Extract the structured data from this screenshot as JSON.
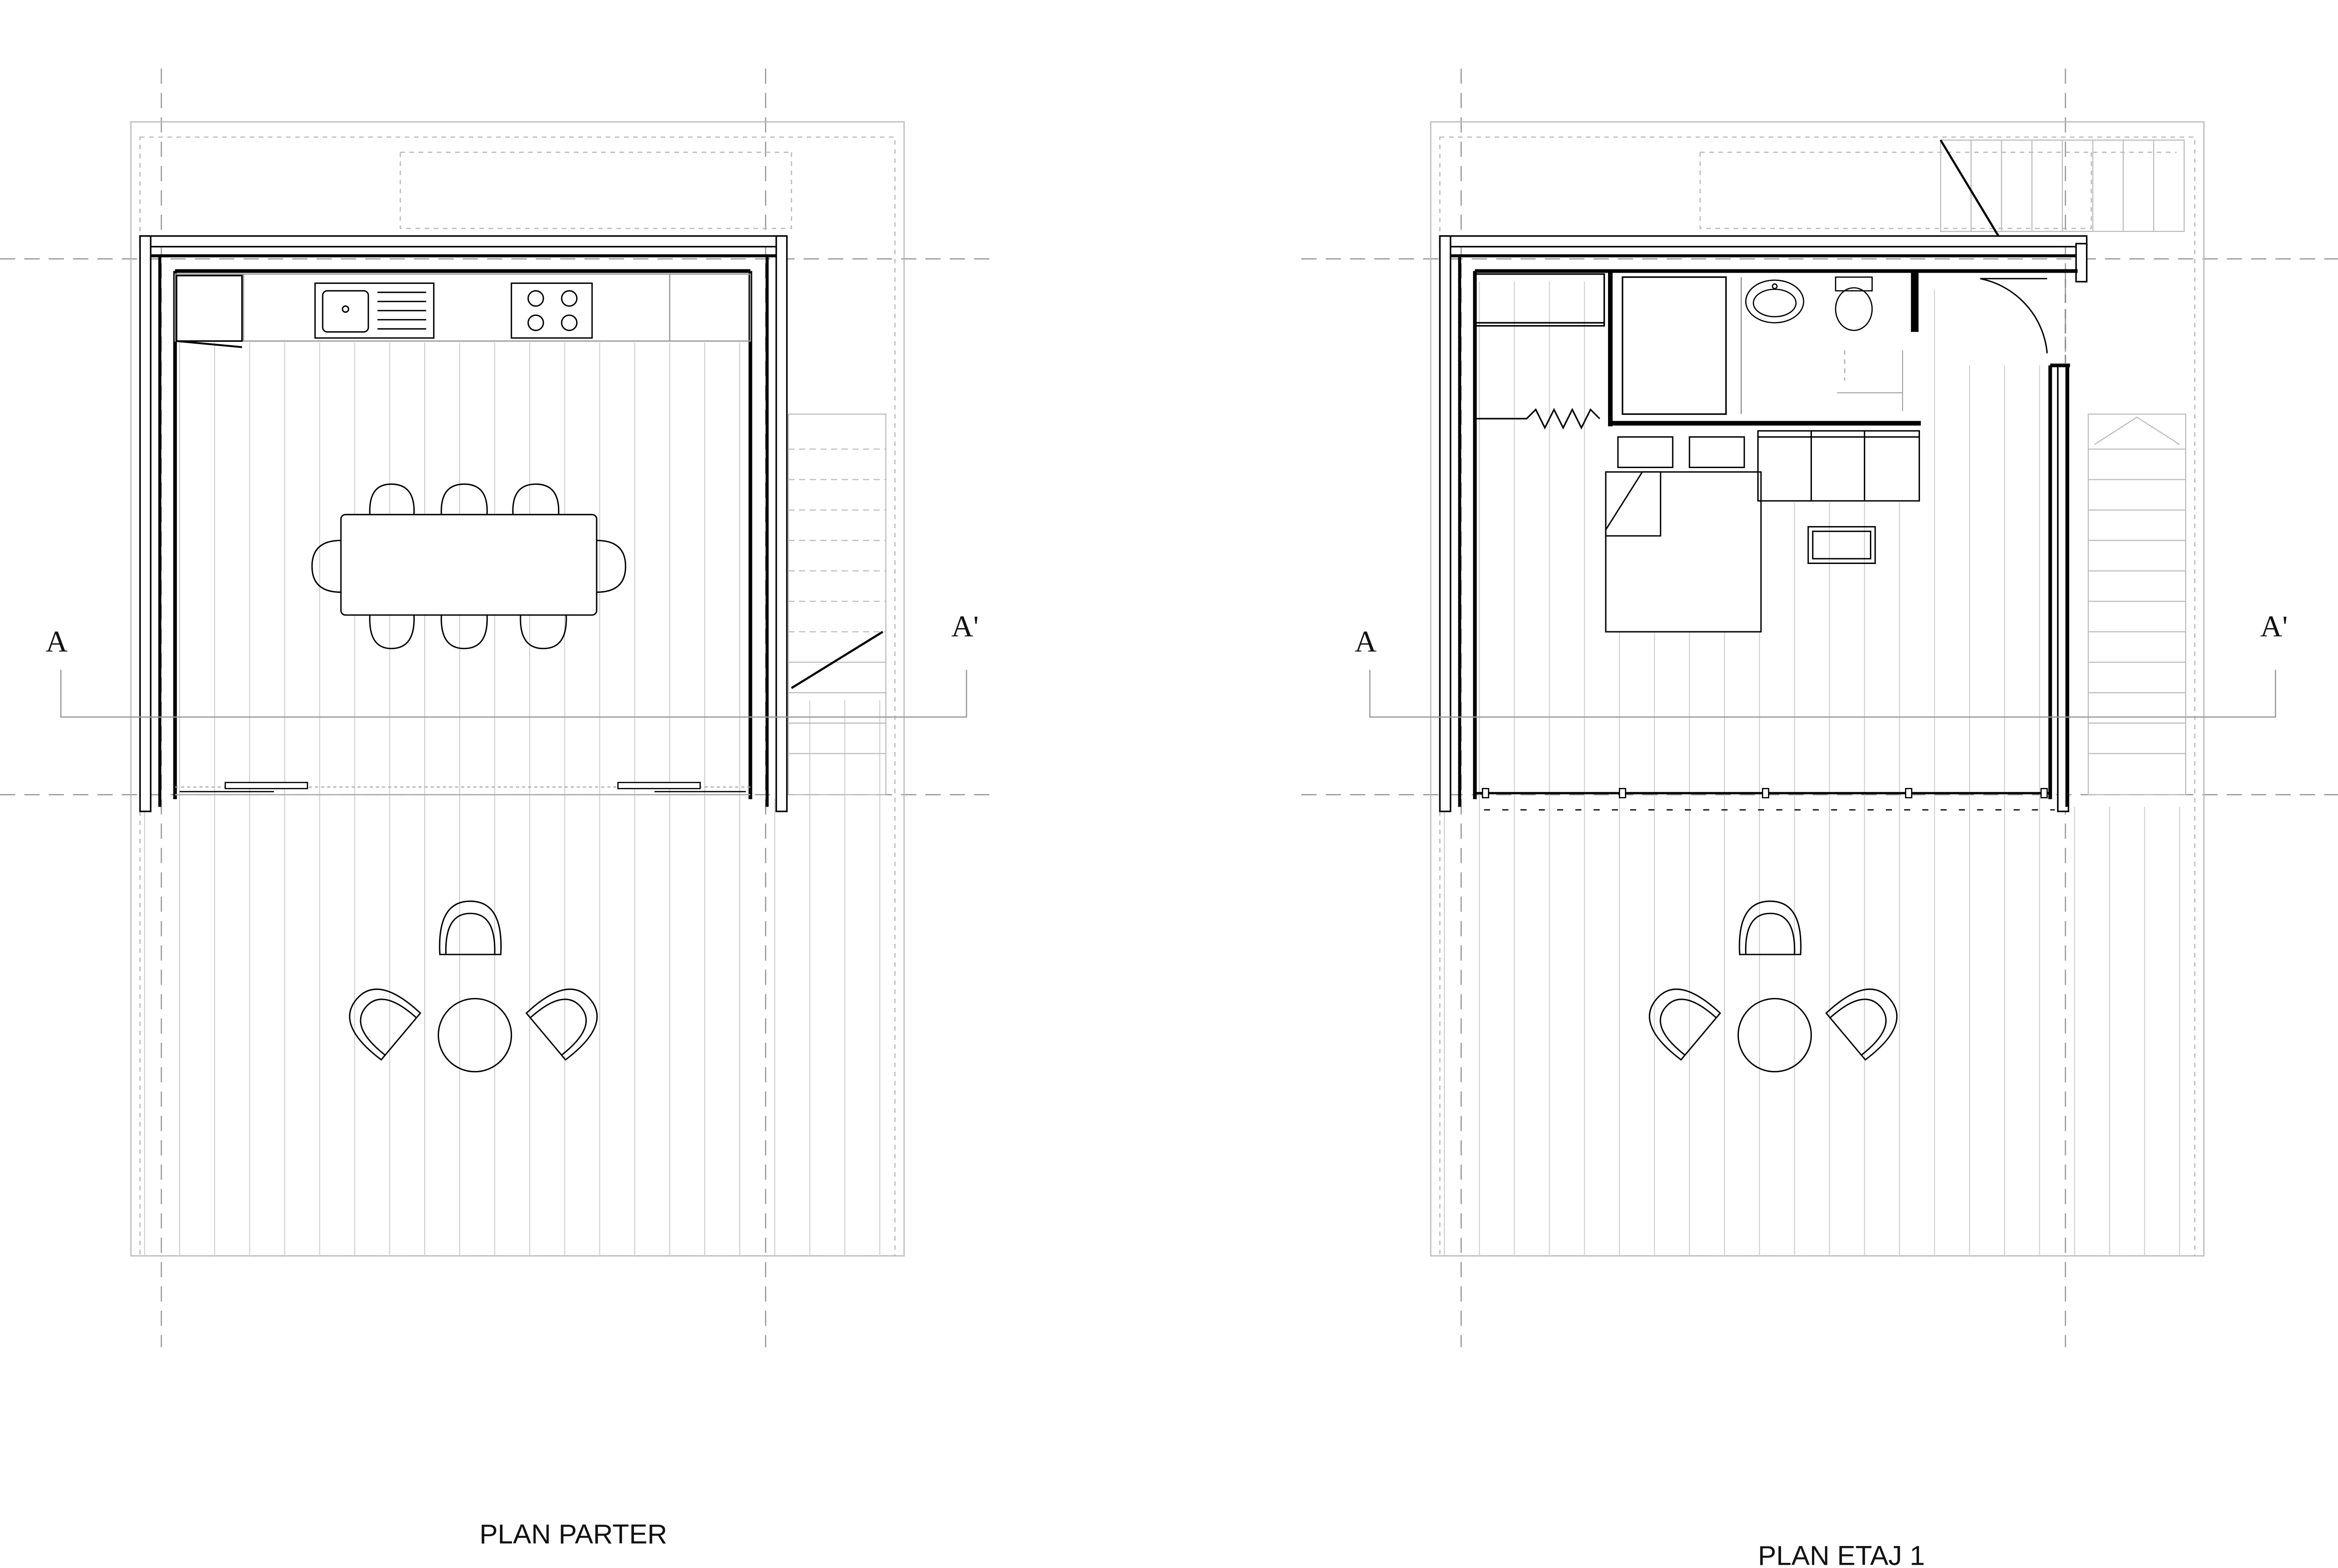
{
  "plans": [
    {
      "title": "PLAN PARTER",
      "section_left": "A",
      "section_right": "A'"
    },
    {
      "title": "PLAN ETAJ 1",
      "section_left": "A",
      "section_right": "A'"
    }
  ]
}
